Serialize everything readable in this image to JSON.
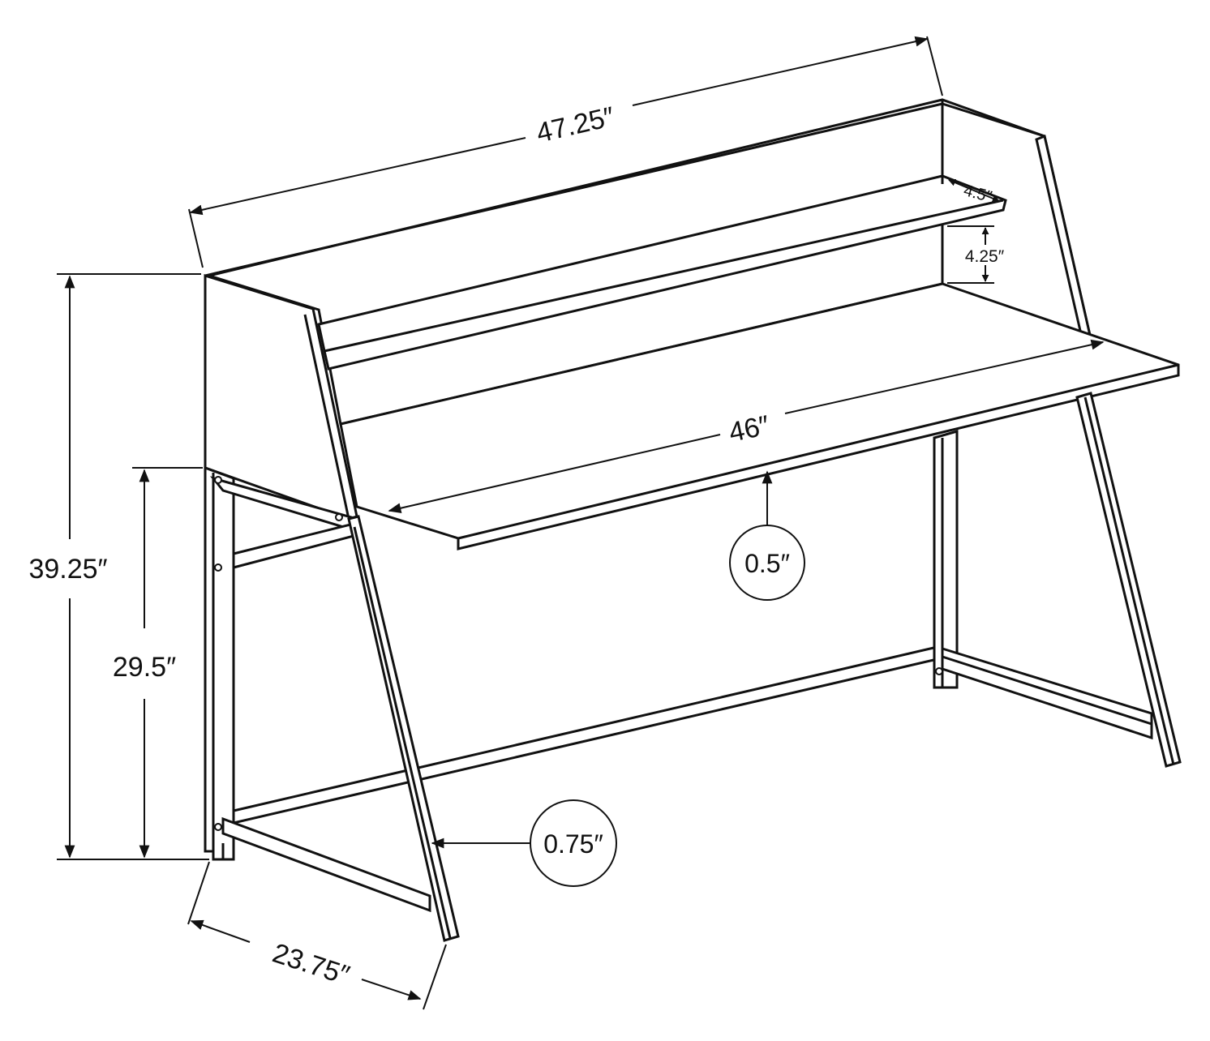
{
  "diagram": {
    "subject": "desk-dimension-drawing",
    "colors": {
      "line": "#111111",
      "background": "#ffffff"
    },
    "dimensions": {
      "overall_width": "47.25″",
      "shelf_depth": "4.5″",
      "shelf_height": "4.25″",
      "desktop_width": "46″",
      "overall_height": "39.25″",
      "desk_height": "29.5″",
      "desk_depth": "23.75″",
      "top_thickness": "0.5″",
      "leg_thickness": "0.75″"
    }
  }
}
